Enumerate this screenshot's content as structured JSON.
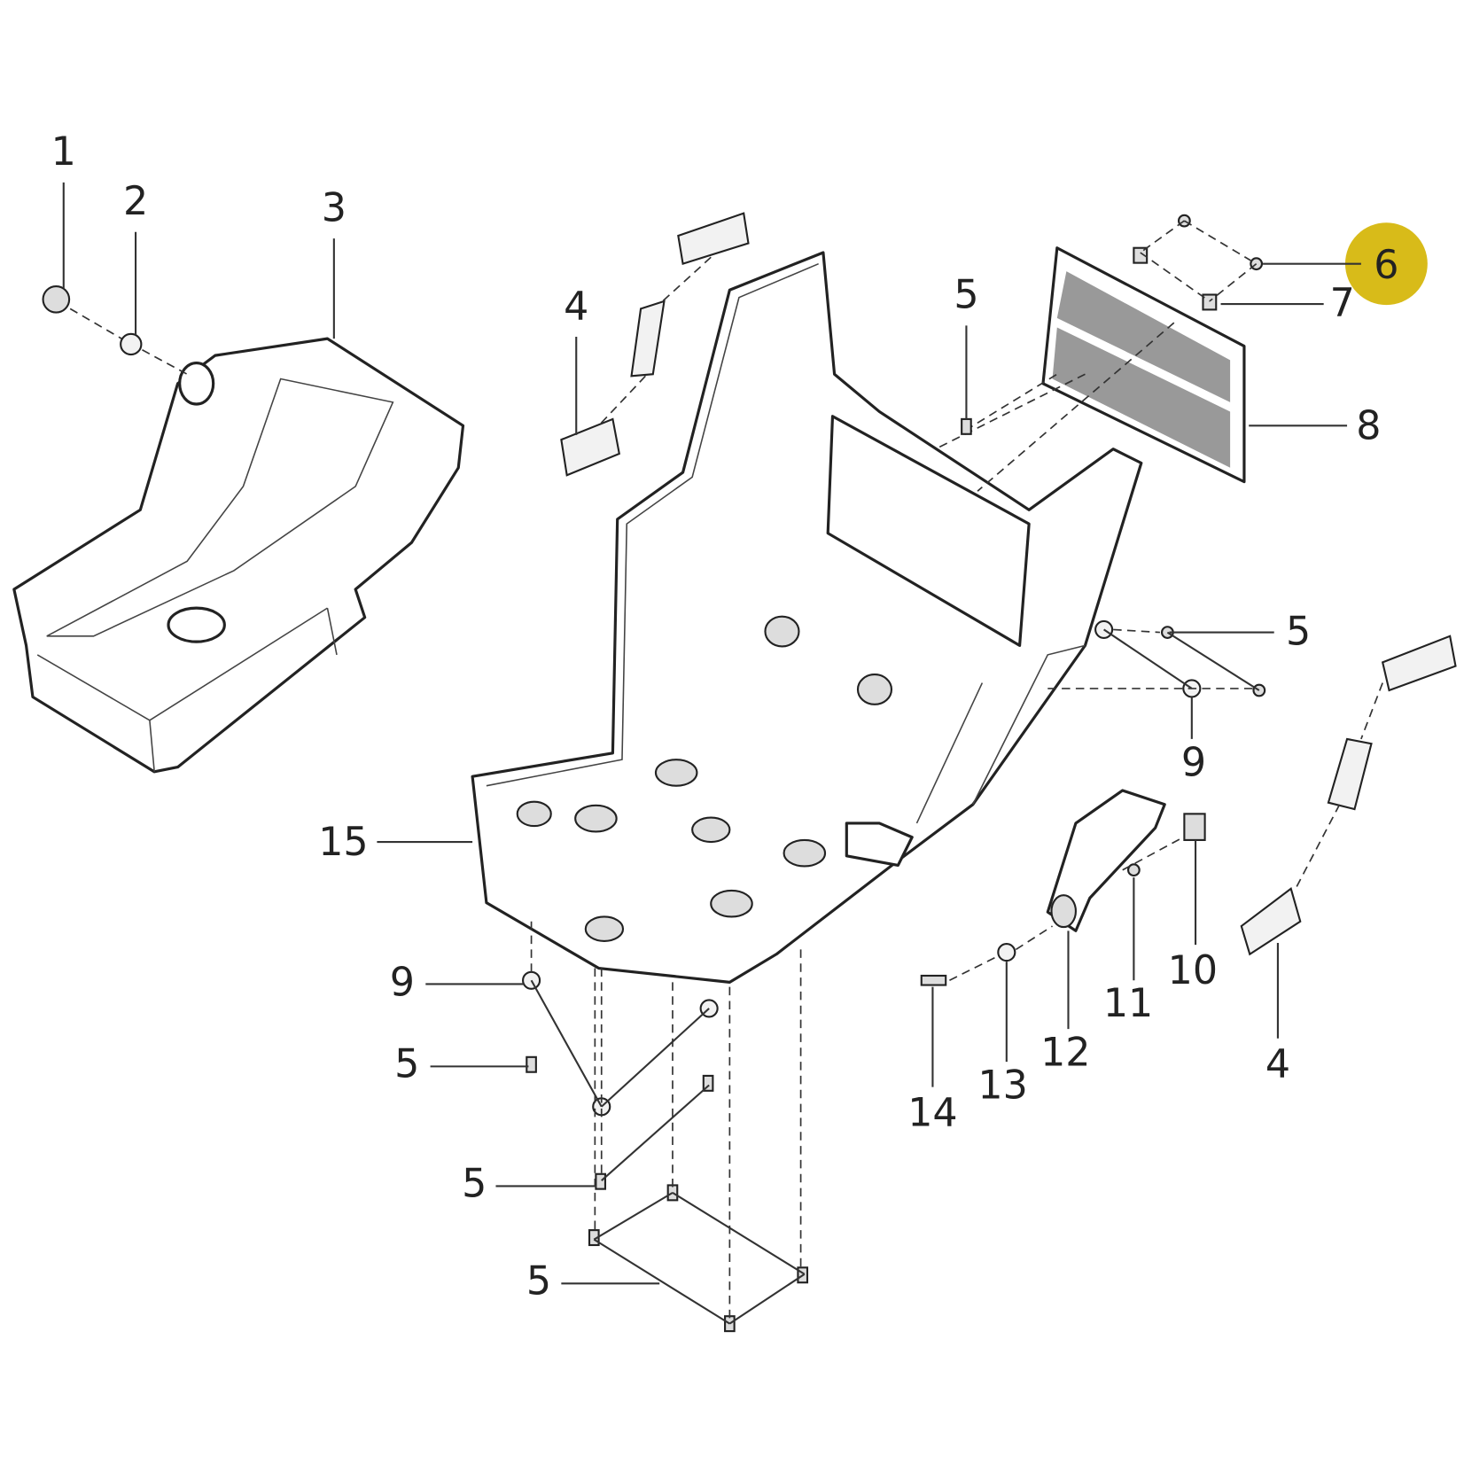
{
  "diagram": {
    "type": "exploded parts diagram",
    "highlight_color": "#d4b400",
    "highlighted_callout": "6",
    "callouts": {
      "c1": "1",
      "c2": "2",
      "c3": "3",
      "c4a": "4",
      "c5a": "5",
      "c6": "6",
      "c7": "7",
      "c8": "8",
      "c5b": "5",
      "c9a": "9",
      "c15": "15",
      "c9b": "9",
      "c5c": "5",
      "c5d": "5",
      "c5e": "5",
      "c14": "14",
      "c13": "13",
      "c12": "12",
      "c11": "11",
      "c10": "10",
      "c4b": "4"
    }
  }
}
